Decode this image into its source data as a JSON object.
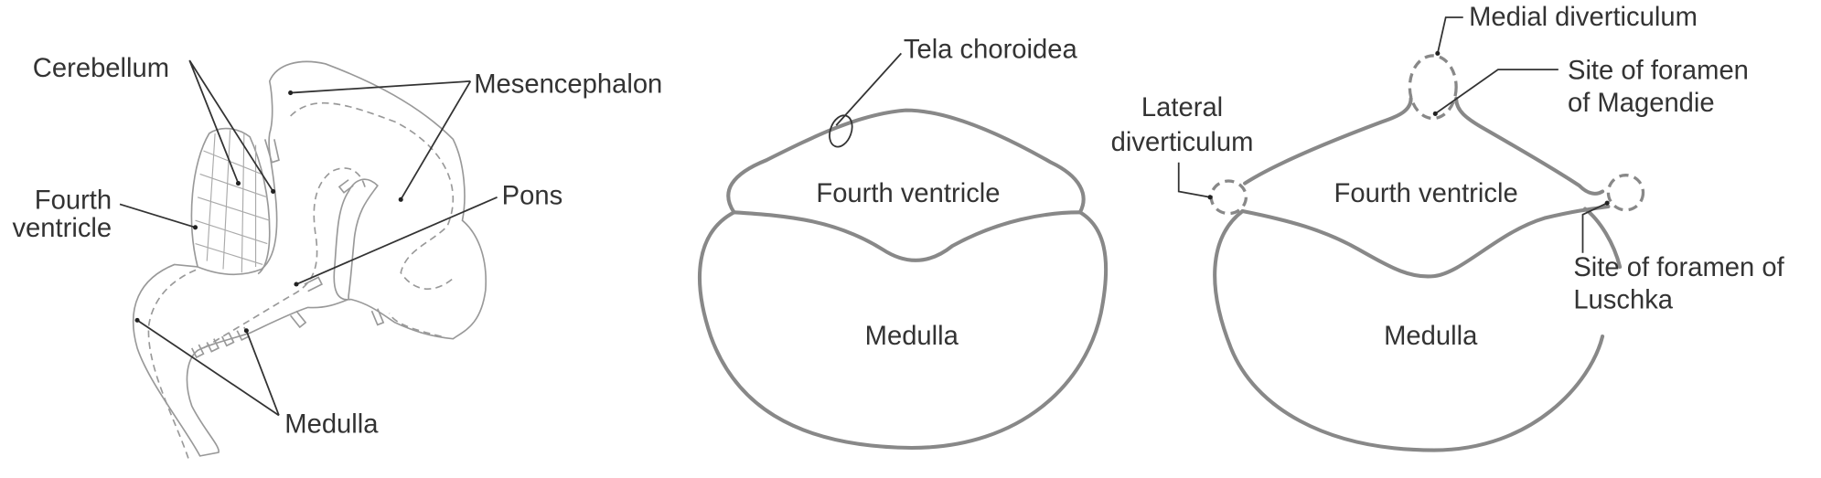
{
  "left_figure": {
    "cerebellum": "Cerebellum",
    "mesencephalon": "Mesencephalon",
    "fourth_line1": "Fourth",
    "fourth_line2": "ventricle",
    "pons": "Pons",
    "medulla": "Medulla"
  },
  "middle_figure": {
    "tela": "Tela choroidea",
    "fourth": "Fourth ventricle",
    "medulla": "Medulla"
  },
  "right_figure": {
    "medial": "Medial diverticulum",
    "magendie_line1": "Site of foramen",
    "magendie_line2": "of Magendie",
    "lateral_line1": "Lateral",
    "lateral_line2": "diverticulum",
    "fourth": "Fourth ventricle",
    "luschka_line1": "Site of foramen of",
    "luschka_line2": "Luschka",
    "medulla": "Medulla"
  },
  "colors": {
    "outline": "#888888",
    "text": "#333333"
  }
}
